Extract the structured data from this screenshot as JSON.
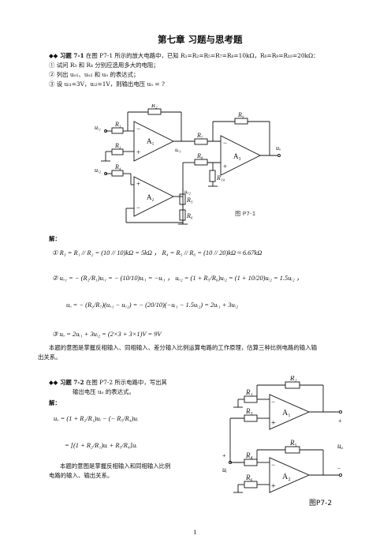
{
  "title": "第七章  习题与思考题",
  "p71": {
    "head": "◆◆ 习题 7-1",
    "text": "在图 P7-1 所示的放大电路中，已知 R₁=R₂=R₅=R₇=R₈=10kΩ，R₆=R₉=R₁₀=20kΩ：",
    "q1": "① 试问 R₃ 和 R₄ 分别应选用多大的电阻；",
    "q2": "② 列出 uₒ₁、uₒ₂ 和 uₒ 的表达式；",
    "q3": "③ 设 uᵢ₁=3V，uᵢ₂=1V，则输出电压 uₒ = ?",
    "figure_caption": "图 P7-1"
  },
  "solution1": {
    "label": "解：",
    "line1": "①  R₃ = R₁ // R₂ = (10 // 10)kΩ = 5kΩ ，  R₄ = R₅ // R₆ = (10 // 20)kΩ ≈ 6.67kΩ",
    "line2": "②  uₒ₁ = − (R₂/R₁)uᵢ₁ = − (10/10)uᵢ₁ = −uᵢ₁ ，  uₒ₂ = (1 + R₅/R₆)uᵢ₂ = (1 + 10/20)uᵢ₂ = 1.5uᵢ₂ ，",
    "line3": "uₒ = − (R₉/R₇)(uₒ₁ − uₒ₂) = − (20/10)(−uᵢ₁ − 1.5uᵢ₂) = 2uᵢ₁ + 3uᵢ₂",
    "line4": "③  uₒ = 2uᵢ₁ + 3uᵢ₂ = (2×3 + 3×1)V = 9V",
    "note1": "本题的意图是掌握反相输入、同相输入、差分输入比例运算电路的工作原理，估算三种比例电路的输入输",
    "note2": "出关系。"
  },
  "p72": {
    "head": "◆◆ 习题 7-2",
    "text1": "在图 P7-2 所示电路中，写出其",
    "text2": "输出电压 uₒ 的表达式。",
    "label": "解：",
    "eq1": "uₒ = (1 + R₂/R₁)uᵢ − (− R₅/R₄)uᵢ",
    "eq2": "= [(1 + R₂/R₁)uᵢ + R₅/R₄]uᵢ",
    "note1": "本题的意图是掌握反相输入和同相输入比例",
    "note2": "电路的输入、输出关系。",
    "figure_caption": "图P7-2"
  },
  "page_number": "1",
  "fig1": {
    "R1": "R₁",
    "R2": "R₂",
    "R3": "R₃",
    "R4": "R₄",
    "R5": "R₅",
    "R6": "R₆",
    "R7": "R₇",
    "R8": "R₈",
    "R9": "R₉",
    "R10": "R₁₀",
    "A1": "A₁",
    "A2": "A₂",
    "A3": "A₃",
    "ui1": "uᵢ₁",
    "ui2": "uᵢ₂",
    "uo1": "uₒ₁",
    "uo2": "uₒ₂",
    "uo": "uₒ"
  },
  "fig2": {
    "R1": "R₁",
    "R2": "R₂",
    "R3": "R₃",
    "R4": "R₄",
    "R5": "R₅",
    "R6": "R₆",
    "A1": "A₁",
    "A2": "A₂",
    "ui": "uᵢ",
    "uo": "uₒ",
    "plus": "+",
    "minus": "−"
  }
}
